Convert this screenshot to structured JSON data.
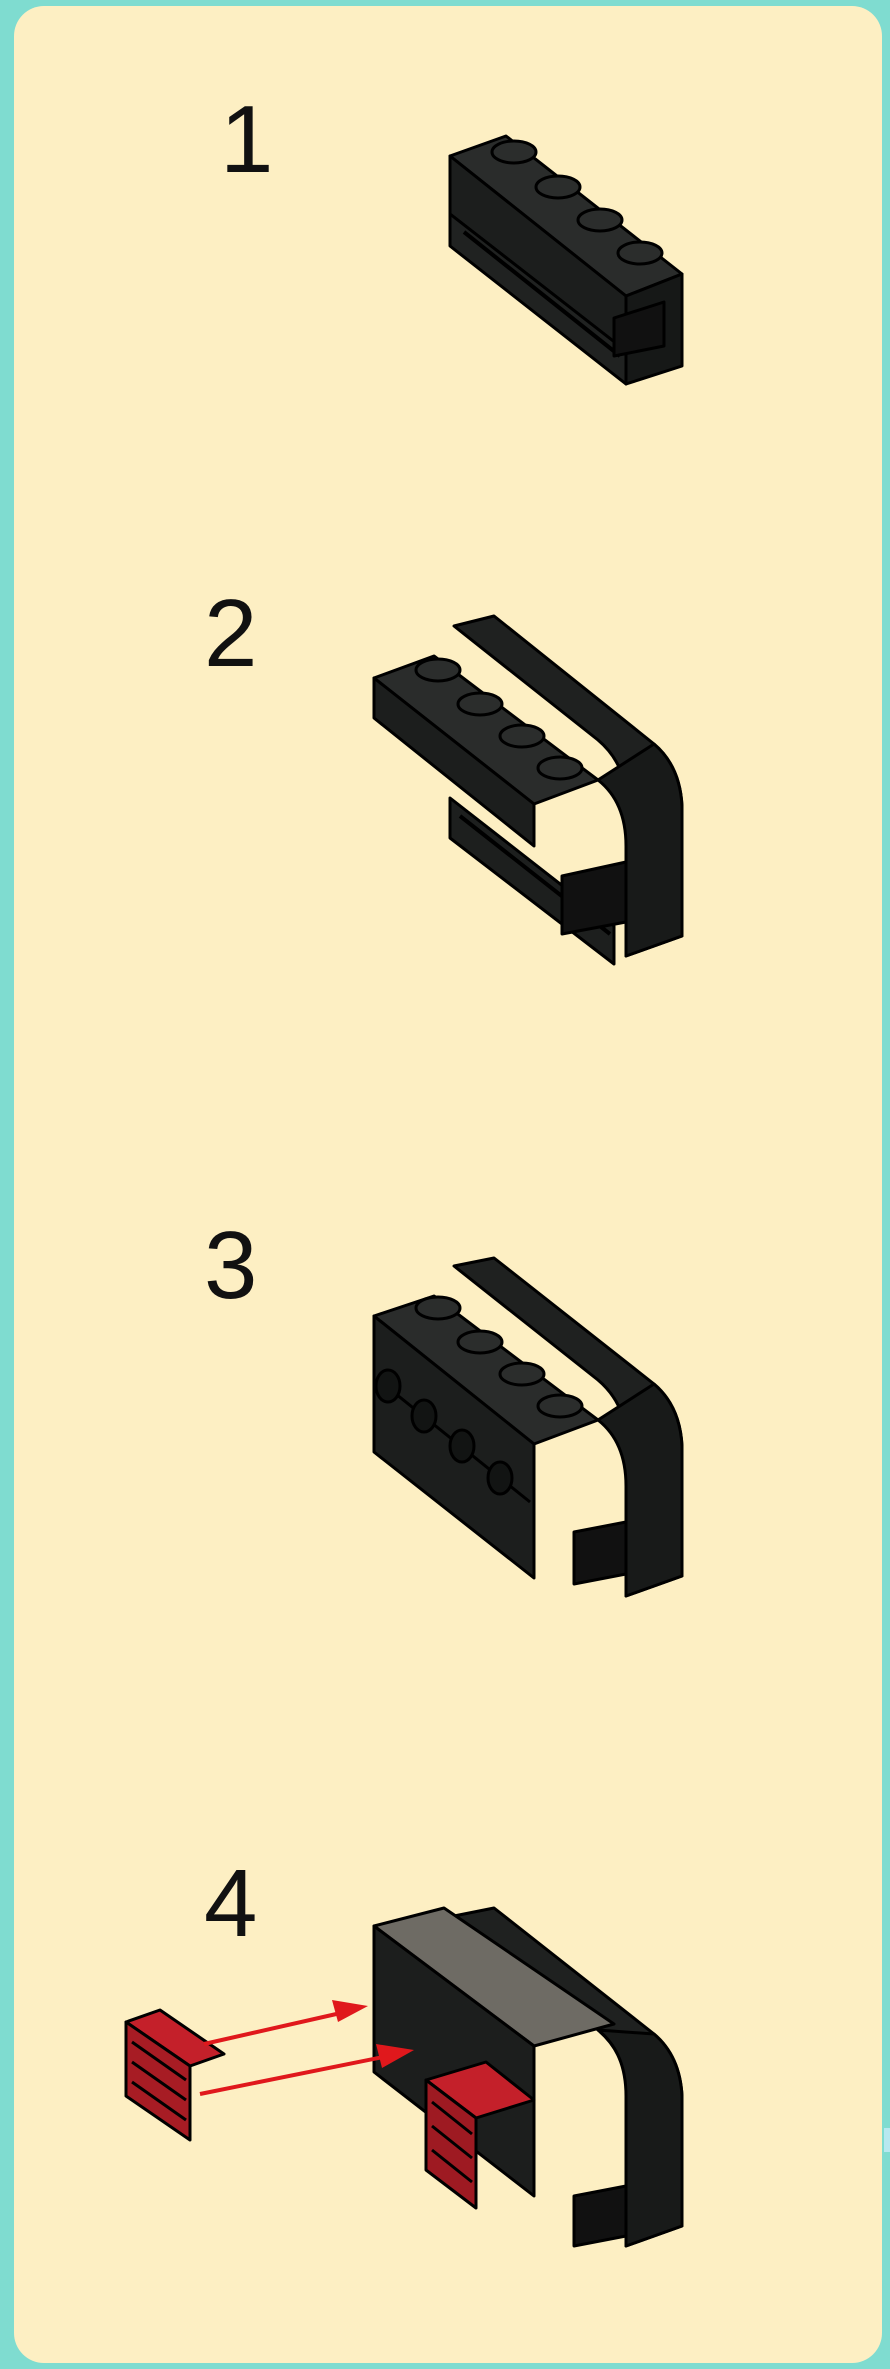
{
  "steps": [
    {
      "number": "1",
      "description": "lego-black-brick-1x4-with-clip"
    },
    {
      "number": "2",
      "description": "lego-black-assembly-with-curved-panel"
    },
    {
      "number": "3",
      "description": "lego-black-assembly-with-side-studs"
    },
    {
      "number": "4",
      "description": "lego-black-assembly-with-red-grilles"
    }
  ],
  "colors": {
    "background_border": "#7fdcd0",
    "panel": "#fdefc3",
    "brick": "#1c1e1d",
    "brick_edge": "#000000",
    "tile_top": "#6e6b64",
    "grille_red": "#c4202a",
    "arrow_red": "#e0181c"
  }
}
